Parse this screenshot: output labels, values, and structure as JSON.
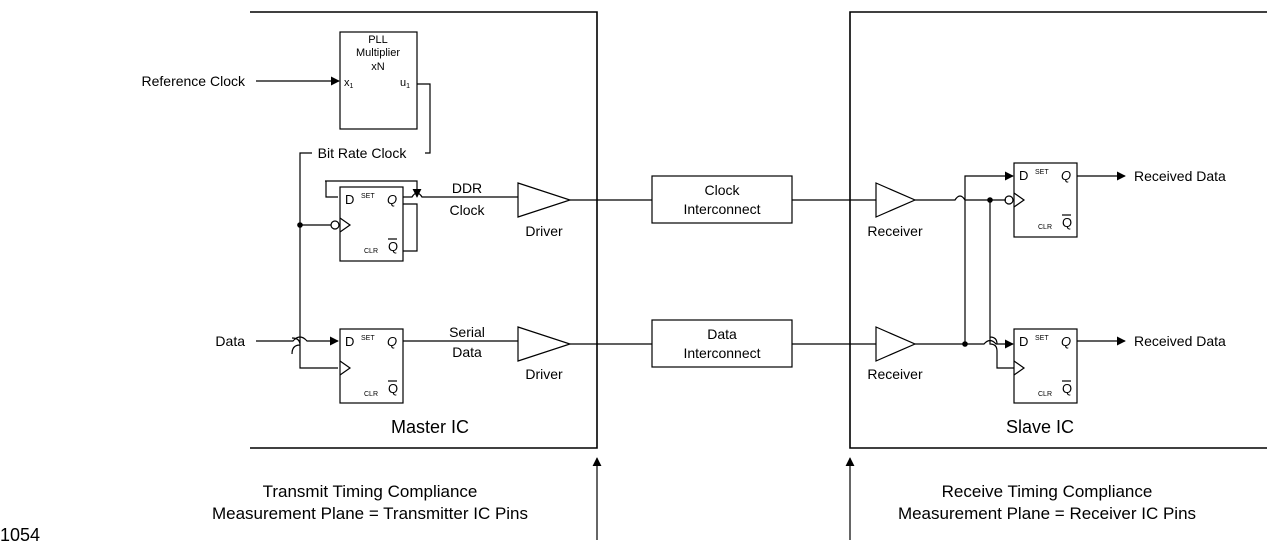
{
  "figure_number": "1054",
  "master_ic": {
    "label": "Master IC"
  },
  "slave_ic": {
    "label": "Slave IC"
  },
  "pll": {
    "line1": "PLL",
    "line2": "Multiplier",
    "line3": "xN",
    "pin_in": "x",
    "pin_in_sub": "1",
    "pin_out": "u",
    "pin_out_sub": "1"
  },
  "signals": {
    "reference_clock": "Reference Clock",
    "bit_rate_clock": "Bit Rate Clock",
    "data_in": "Data",
    "ddr_clock_line1": "DDR",
    "ddr_clock_line2": "Clock",
    "serial_data_line1": "Serial",
    "serial_data_line2": "Data",
    "received_data_top": "Received Data",
    "received_data_bottom": "Received Data"
  },
  "flipflop": {
    "d": "D",
    "set": "SET",
    "q": "Q",
    "clr": "CLR",
    "qbar": "Q"
  },
  "buffers": {
    "driver_top": "Driver",
    "driver_bottom": "Driver",
    "receiver_top": "Receiver",
    "receiver_bottom": "Receiver"
  },
  "interconnects": {
    "clock_line1": "Clock",
    "clock_line2": "Interconnect",
    "data_line1": "Data",
    "data_line2": "Interconnect"
  },
  "captions": {
    "transmit_line1": "Transmit Timing Compliance",
    "transmit_line2": "Measurement Plane = Transmitter IC Pins",
    "receive_line1": "Receive Timing Compliance",
    "receive_line2": "Measurement Plane = Receiver IC Pins"
  }
}
